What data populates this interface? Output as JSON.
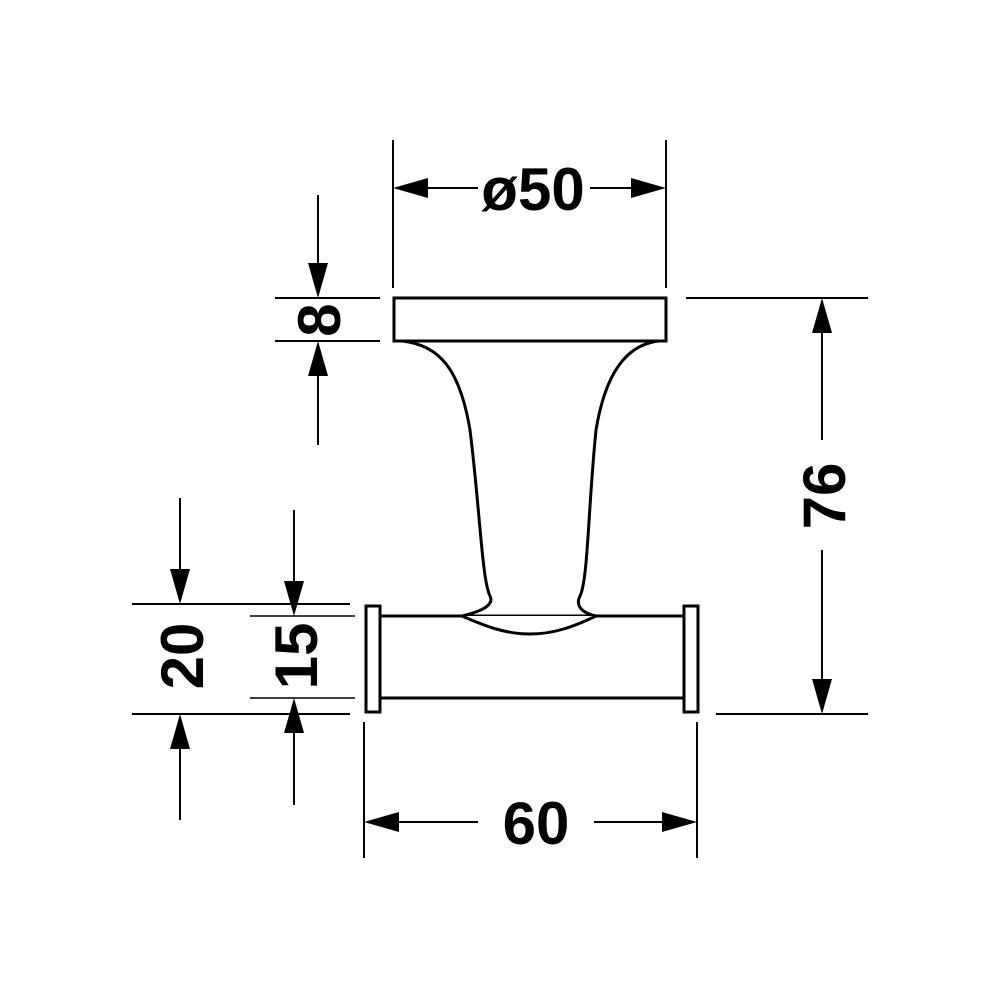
{
  "dimensions": {
    "diameter": "ø50",
    "base_thickness": "8",
    "total_depth": "76",
    "bar_outer": "20",
    "bar_inner": "15",
    "total_width": "60"
  }
}
